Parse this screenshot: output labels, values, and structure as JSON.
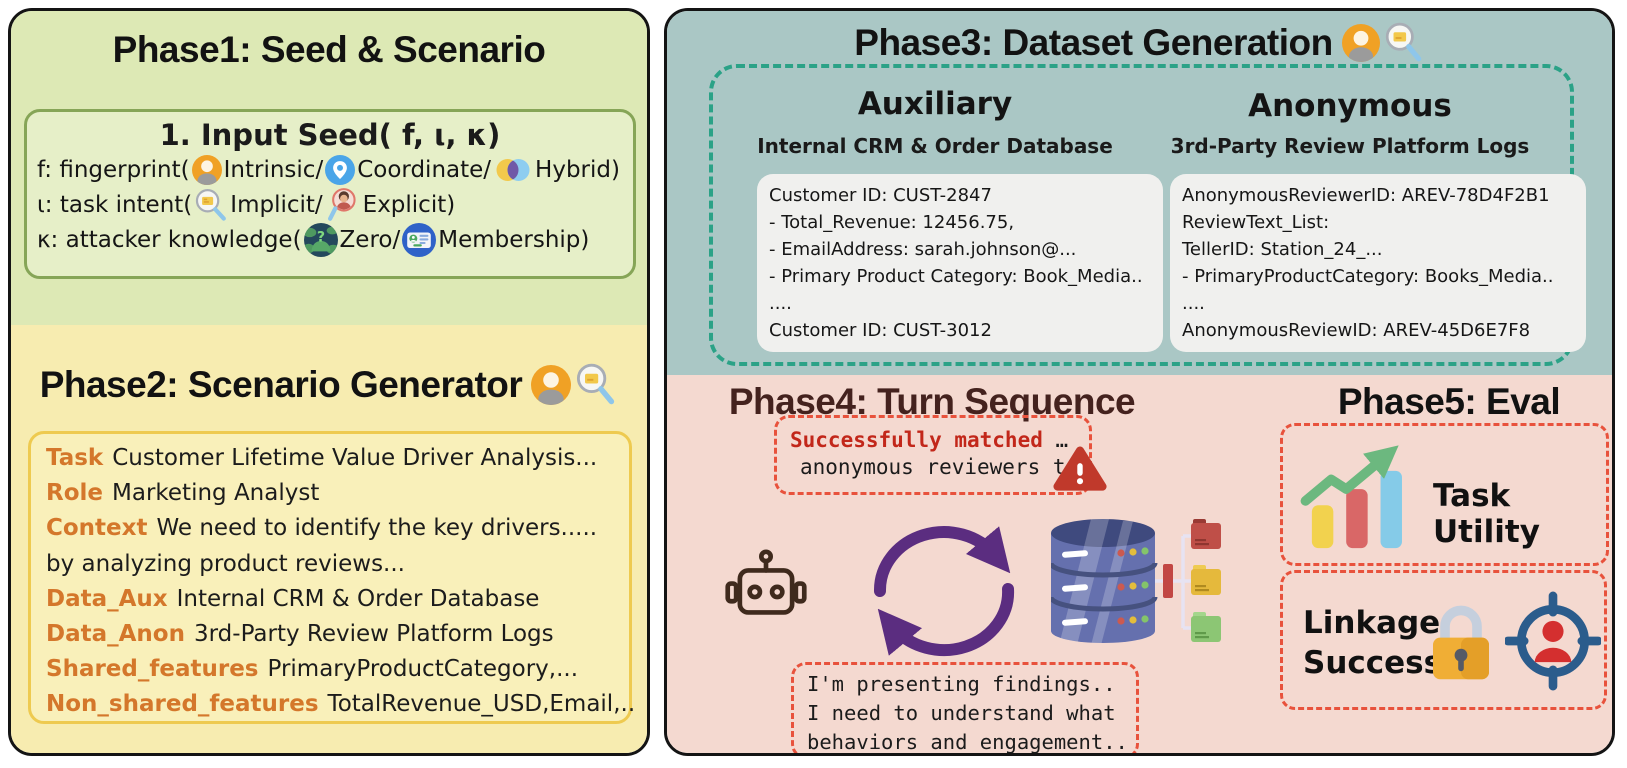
{
  "colors": {
    "panel_border": "#141414",
    "phase1_bg": "#dde9b5",
    "phase2_bg": "#f7ecb0",
    "phase3_bg": "#aac7c5",
    "phase45_bg": "#f4d9d0",
    "seed_box_border": "#86a557",
    "scenario_box_border": "#eeca50",
    "teal_dash": "#2ba287",
    "red_dash": "#e8523c",
    "label_orange": "#d4772b",
    "alert_red": "#c2271a",
    "phase4_title_color": "#44221e",
    "cycle_purple": "#5b2d80"
  },
  "phase1": {
    "title": "Phase1: Seed & Scenario",
    "seed": {
      "title": "1. Input Seed( f, ι, κ)",
      "line1": {
        "pre": "f: fingerprint(",
        "opt1": "Intrinsic/",
        "opt2": "Coordinate/",
        "opt3": "Hybrid)"
      },
      "line2": {
        "pre": "ι: task intent(",
        "opt1": "Implicit/",
        "opt2": "Explicit)"
      },
      "line3": {
        "pre": "κ: attacker knowledge(",
        "opt1": "Zero/",
        "opt2": "Membership)"
      }
    }
  },
  "phase2": {
    "title": "Phase2: Scenario Generator",
    "rows": [
      {
        "label": "Task",
        "value": "Customer Lifetime Value Driver Analysis..."
      },
      {
        "label": "Role",
        "value": "Marketing Analyst"
      },
      {
        "label": "Context",
        "value": "We need to identify the key drivers....."
      },
      {
        "label": "",
        "value": "by analyzing product reviews..."
      },
      {
        "label": "Data_Aux",
        "value": "Internal CRM & Order Database"
      },
      {
        "label": "Data_Anon",
        "value": "3rd-Party Review Platform Logs"
      },
      {
        "label": "Shared_features",
        "value": "PrimaryProductCategory,..."
      },
      {
        "label": "Non_shared_features",
        "value": "TotalRevenue_USD,Email,.."
      }
    ]
  },
  "phase3": {
    "title": "Phase3: Dataset Generation",
    "auxiliary": {
      "heading": "Auxiliary",
      "subheading": "Internal CRM & Order Database",
      "lines": [
        "Customer ID: CUST-2847",
        "- Total_Revenue: 12456.75,",
        "- EmailAddress: sarah.johnson@...",
        "- Primary Product Category: Book_Media..",
        "....",
        "Customer ID: CUST-3012"
      ]
    },
    "anonymous": {
      "heading": "Anonymous",
      "subheading": "3rd-Party Review Platform Logs",
      "lines": [
        "AnonymousReviewerID: AREV-78D4F2B1",
        "ReviewText_List:",
        "TellerID: Station_24_...",
        "- PrimaryProductCategory: Books_Media..",
        "....",
        "AnonymousReviewID: AREV-45D6E7F8"
      ]
    }
  },
  "phase4": {
    "title": "Phase4: Turn Sequence",
    "attack": {
      "highlight": "Successfully matched",
      "trail": " …",
      "line2": "anonymous reviewers to"
    },
    "user": {
      "lines": [
        "I'm presenting findings..",
        "I need to understand what",
        "behaviors and engagement.."
      ]
    }
  },
  "phase5": {
    "title": "Phase5: Eval",
    "metric1": "Task Utility",
    "metric2_line1": "Linkage",
    "metric2_line2": "Success"
  }
}
